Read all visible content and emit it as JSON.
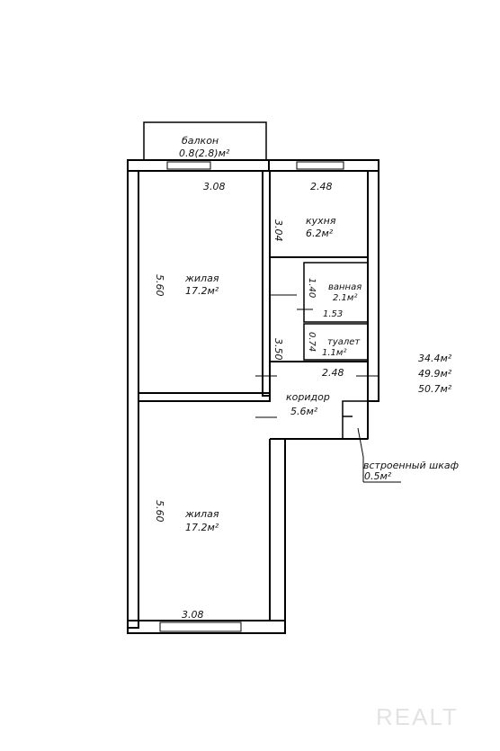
{
  "rooms": {
    "balcony": {
      "name": "балкон",
      "area": "0.8(2.8)м²"
    },
    "living_top": {
      "name": "жилая",
      "area": "17.2м²",
      "dim_width": "3.08",
      "dim_length": "5.60"
    },
    "kitchen": {
      "name": "кухня",
      "area": "6.2м²",
      "dim_width": "2.48",
      "dim_length": "3.04"
    },
    "bathroom": {
      "name": "ванная",
      "area": "2.1м²",
      "dim_width": "1.53",
      "dim_length": "1.40"
    },
    "toilet": {
      "name": "туалет",
      "area": "1.1м²",
      "dim_length": "0.74"
    },
    "corridor": {
      "name": "коридор",
      "area": "5.6м²",
      "dim_width": "2.48",
      "dim_length": "3.50"
    },
    "closet": {
      "name": "встроенный шкаф",
      "area": "0.5м²"
    },
    "living_bottom": {
      "name": "жилая",
      "area": "17.2м²",
      "dim_width": "3.08",
      "dim_length": "5.60"
    }
  },
  "totals": [
    "34.4м²",
    "49.9м²",
    "50.7м²"
  ],
  "watermark": "REALT"
}
